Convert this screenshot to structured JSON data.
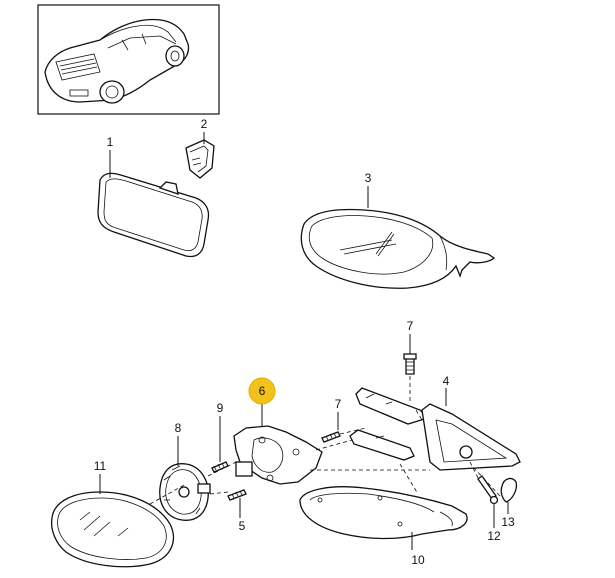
{
  "callouts": {
    "p1": "1",
    "p2": "2",
    "p3": "3",
    "p4": "4",
    "p5": "5",
    "p6": "6",
    "p7a": "7",
    "p7b": "7",
    "p8": "8",
    "p9": "9",
    "p10": "10",
    "p11": "11",
    "p12": "12",
    "p13": "13"
  },
  "colors": {
    "highlight": "#f2c21b",
    "line": "#111111",
    "background": "#ffffff"
  }
}
